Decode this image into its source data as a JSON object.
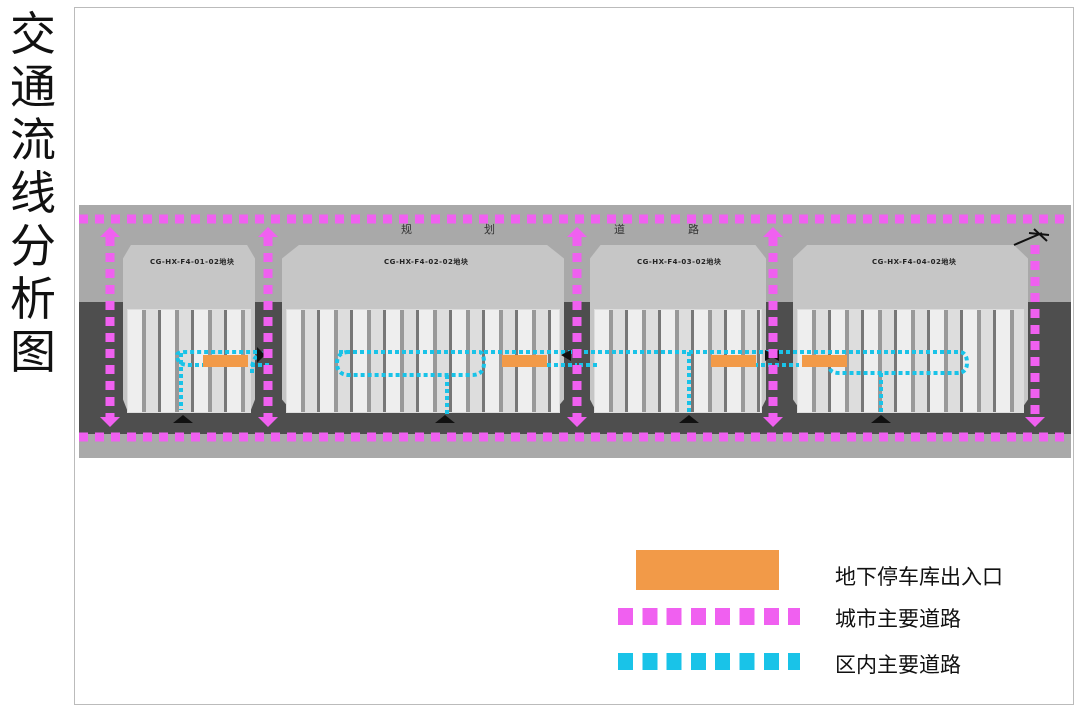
{
  "title": [
    "交",
    "通",
    "流",
    "线",
    "分",
    "析",
    "图"
  ],
  "map": {
    "road_name": [
      "规",
      "划",
      "道",
      "路"
    ],
    "plots": [
      {
        "label": "CG-HX-F4-01-02地块"
      },
      {
        "label": "CG-HX-F4-02-02地块"
      },
      {
        "label": "CG-HX-F4-03-02地块"
      },
      {
        "label": "CG-HX-F4-04-02地块"
      }
    ]
  },
  "legend": {
    "garage_entrance": "地下停车库出入口",
    "city_main_road": "城市主要道路",
    "internal_main_road": "区内主要道路"
  },
  "colors": {
    "garage": "#f29a48",
    "city_road": "#f060f0",
    "internal_road": "#19c3e8"
  }
}
